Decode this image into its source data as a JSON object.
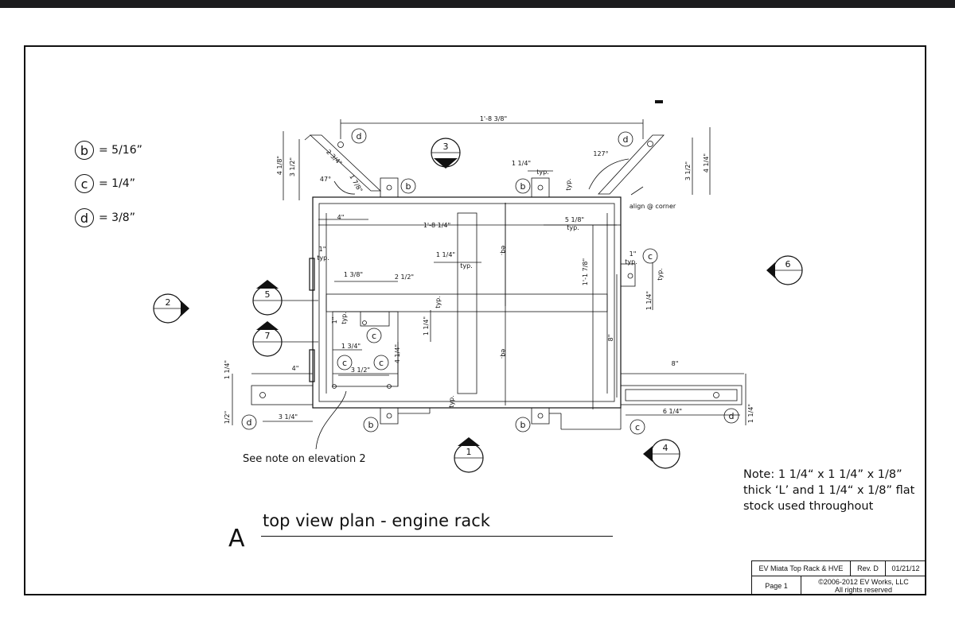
{
  "legend": [
    {
      "key": "b",
      "value": "= 5/16”"
    },
    {
      "key": "c",
      "value": "= 1/4”"
    },
    {
      "key": "d",
      "value": "= 3/8”"
    }
  ],
  "drawing": {
    "title_letter": "A",
    "title": "top view plan - engine rack",
    "see_note": "See note on elevation 2",
    "note": "Note: 1 1/4“ x 1 1/4” x 1/8” thick ‘L’  and 1 1/4“ x 1/8” flat stock used throughout",
    "section_markers": [
      "1",
      "2",
      "3",
      "4",
      "5",
      "6",
      "7"
    ],
    "marker_dash": "-",
    "bolt_labels": {
      "b": "b",
      "c": "c",
      "d": "d"
    },
    "dimensions": {
      "top_overall": "1'-8 3/8\"",
      "inner_width": "1'-8 1/4\"",
      "left_offset": "4\"",
      "right_offset": "5 1/8\"",
      "typ": "typ.",
      "eq": "eq.",
      "one_quarter": "1 1/4\"",
      "one": "1\"",
      "one_three_eighths": "1 3/8\"",
      "two_half": "2 1/2\"",
      "one_three_quarter": "1 3/4\"",
      "three_half": "3 1/2\"",
      "four_quarter": "4 1/4\"",
      "four_one_eighth": "4 1/8\"",
      "two_three_quarter": "2 3/4\"",
      "one_seven_eighths": "1 7/8\"",
      "height_overall": "1'-1 7/8\"",
      "eight": "8\"",
      "three_quarter": "3 1/4\"",
      "six_quarter": "6 1/4\"",
      "half": "1/2\"",
      "four": "4\"",
      "one_q": "1 1/4\"",
      "angle_left": "47°",
      "angle_right": "127°",
      "align": "align @ corner"
    }
  },
  "title_block": {
    "project": "EV Miata Top Rack & HVE",
    "rev": "Rev. D",
    "date": "01/21/12",
    "page": "Page 1",
    "copyright": "©2006-2012 EV Works, LLC",
    "rights": "All rights reserved"
  }
}
